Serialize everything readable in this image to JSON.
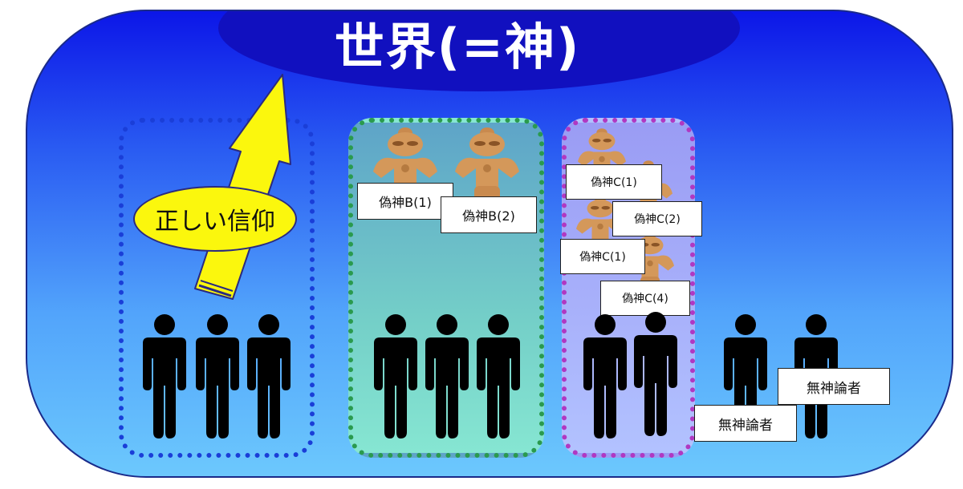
{
  "title": "世界(=神)",
  "right_faith_label": "正しい信仰",
  "false_gods_b": [
    "偽神B(1)",
    "偽神B(2)"
  ],
  "false_gods_c": [
    "偽神C(1)",
    "偽神C(2)",
    "偽神C(1)",
    "偽神C(4)"
  ],
  "atheists": [
    "無神論者",
    "無神論者"
  ],
  "colors": {
    "world_top": "#0c16e8",
    "world_bottom": "#6cc8fd",
    "title_cap": "#1110bf",
    "group1_border": "#1a3ed8",
    "group2_border": "#2a9a4e",
    "group3_border": "#b038c2",
    "arrow": "#fbf70d",
    "idol": "#d4985a"
  }
}
